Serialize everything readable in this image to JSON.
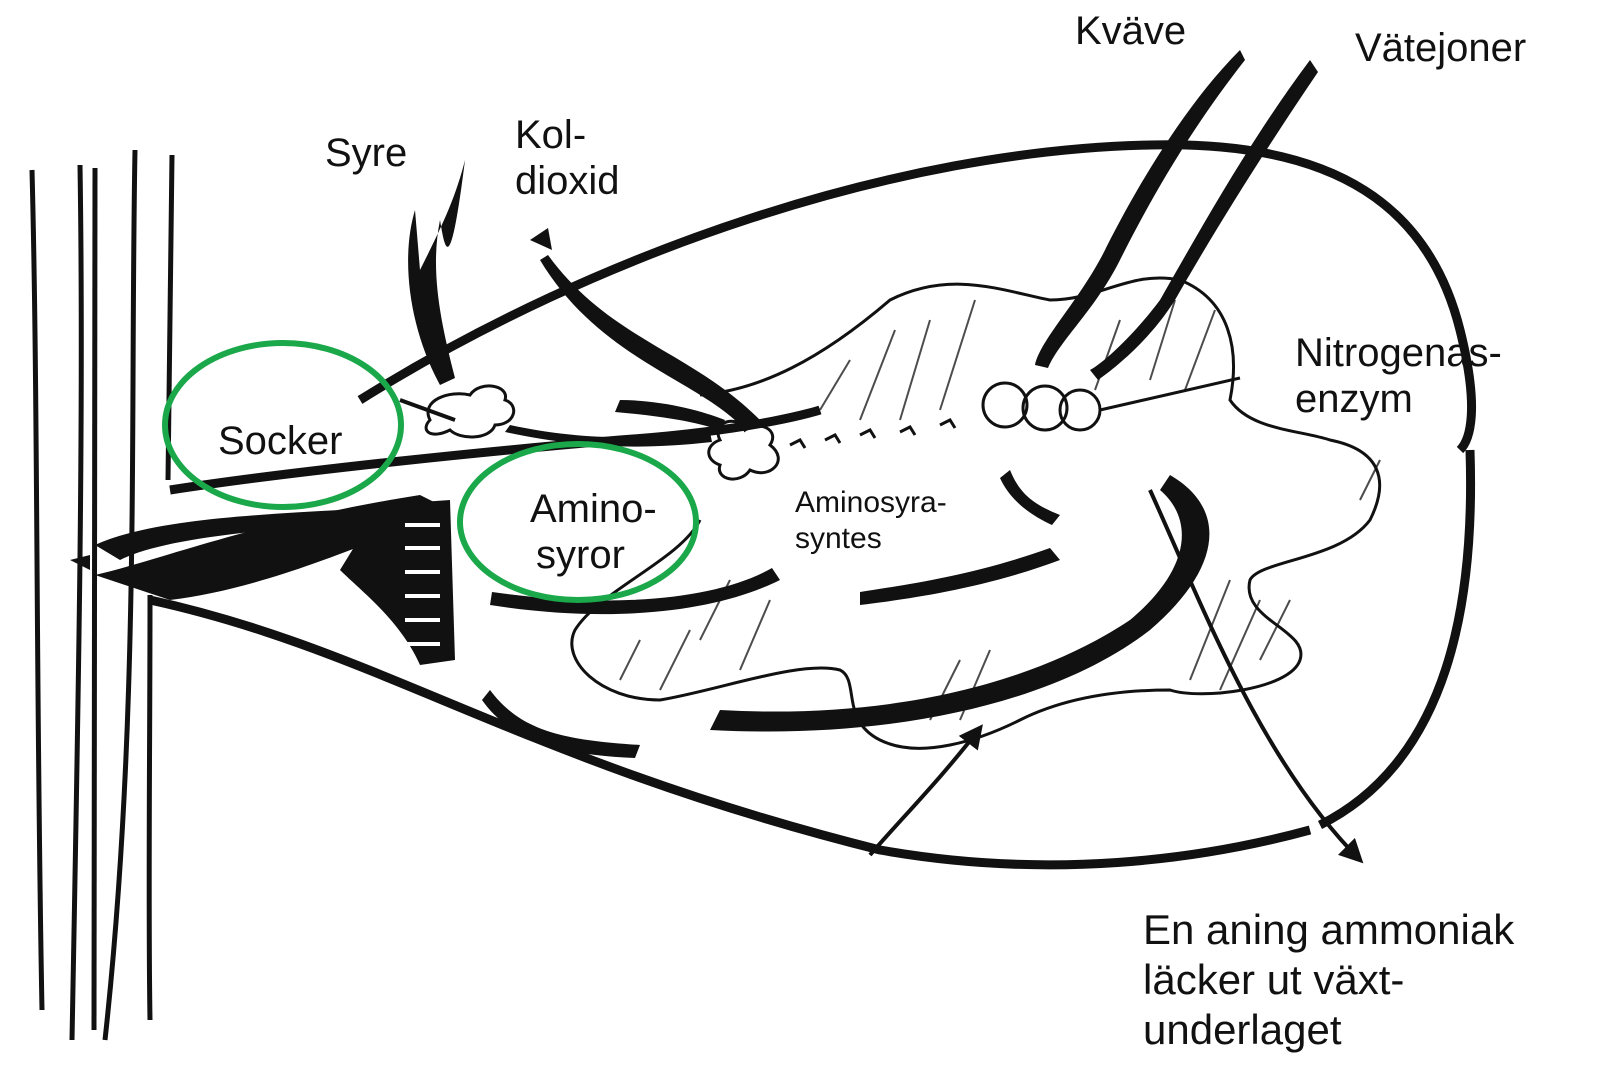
{
  "labels": {
    "kvave": "Kväve",
    "vatejoner": "Vätejoner",
    "syre": "Syre",
    "koldioxid_line1": "Kol-",
    "koldioxid_line2": "dioxid",
    "nitrogenas_line1": "Nitrogenas-",
    "nitrogenas_line2": "enzym",
    "socker": "Socker",
    "aminosyror_line1": "Amino-",
    "aminosyror_line2": "syror",
    "aminosyrasyntes_line1": "Aminosyra-",
    "aminosyrasyntes_line2": "syntes",
    "ammoniak_line1": "En aning ammoniak",
    "ammoniak_line2": "läcker ut  växt-",
    "ammoniak_line3": "underlaget"
  },
  "colors": {
    "ink": "#111111",
    "highlight": "#1aa84a",
    "background": "#ffffff"
  },
  "highlighted": [
    "Socker",
    "Amino-syror"
  ]
}
